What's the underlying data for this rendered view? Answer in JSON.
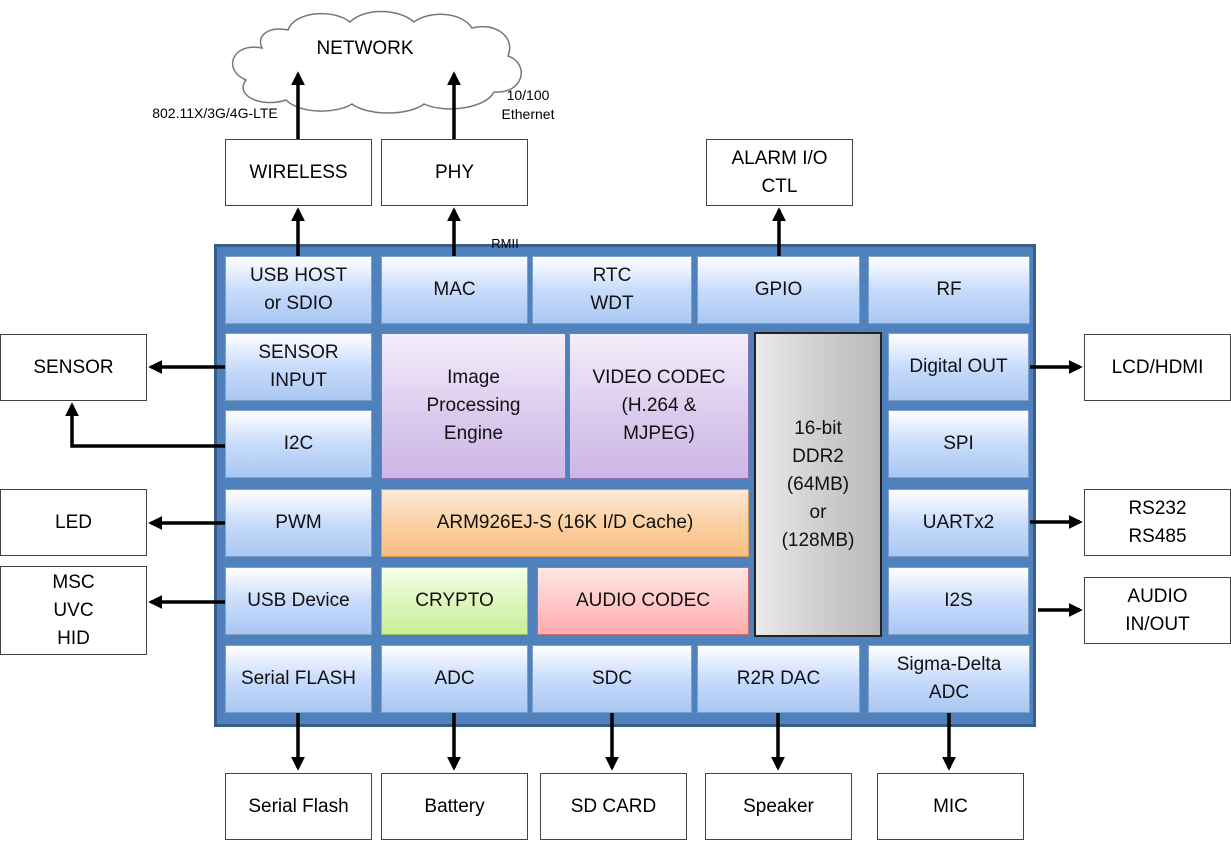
{
  "network": {
    "label": "NETWORK",
    "wireless_link": "802.11X/3G/4G-LTE",
    "ethernet_link": [
      "10/100",
      "Ethernet"
    ]
  },
  "rmii": "RMII",
  "external": {
    "wireless": [
      "WIRELESS"
    ],
    "phy": [
      "PHY"
    ],
    "alarm": [
      "ALARM I/O",
      "CTL"
    ],
    "sensor": [
      "SENSOR"
    ],
    "led": [
      "LED"
    ],
    "msc": [
      "MSC",
      "UVC",
      "HID"
    ],
    "lcd": [
      "LCD/HDMI"
    ],
    "rs": [
      "RS232",
      "RS485"
    ],
    "audio_io": [
      "AUDIO",
      "IN/OUT"
    ],
    "serial_flash": [
      "Serial Flash"
    ],
    "battery": [
      "Battery"
    ],
    "sd_card": [
      "SD CARD"
    ],
    "speaker": [
      "Speaker"
    ],
    "mic": [
      "MIC"
    ]
  },
  "blocks": {
    "usb_host": [
      "USB HOST",
      "or SDIO"
    ],
    "mac": [
      "MAC"
    ],
    "rtc": [
      "RTC",
      "WDT"
    ],
    "gpio": [
      "GPIO"
    ],
    "rf": [
      "RF"
    ],
    "sensor_input": [
      "SENSOR",
      "INPUT"
    ],
    "i2c": [
      "I2C"
    ],
    "pwm": [
      "PWM"
    ],
    "usb_device": [
      "USB Device"
    ],
    "serial_flash": [
      "Serial FLASH"
    ],
    "adc": [
      "ADC"
    ],
    "sdc": [
      "SDC"
    ],
    "r2r_dac": [
      "R2R DAC"
    ],
    "sigma_delta": [
      "Sigma-Delta",
      "ADC"
    ],
    "digital_out": [
      "Digital OUT"
    ],
    "spi": [
      "SPI"
    ],
    "uart": [
      "UARTx2"
    ],
    "i2s": [
      "I2S"
    ],
    "image_engine": [
      "Image",
      "Processing",
      "Engine"
    ],
    "video_codec": [
      "VIDEO CODEC",
      "(H.264 &",
      "MJPEG)"
    ],
    "ddr2": [
      "16-bit",
      "DDR2",
      "(64MB)",
      "or",
      "(128MB)"
    ],
    "arm": [
      "ARM926EJ-S (16K I/D Cache)"
    ],
    "crypto": [
      "CRYPTO"
    ],
    "audio_codec": [
      "AUDIO CODEC"
    ]
  }
}
